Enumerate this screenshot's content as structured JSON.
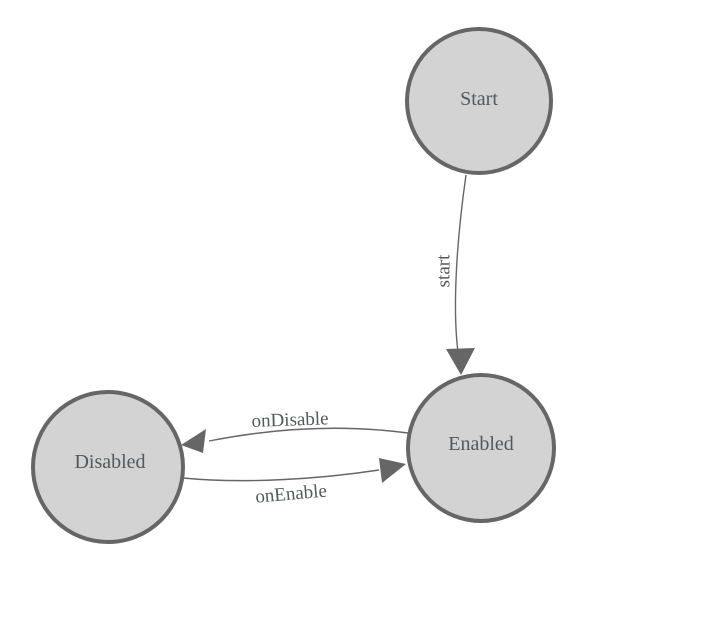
{
  "diagram": {
    "nodes": [
      {
        "id": "start",
        "label": "Start"
      },
      {
        "id": "enabled",
        "label": "Enabled"
      },
      {
        "id": "disabled",
        "label": "Disabled"
      }
    ],
    "edges": [
      {
        "from": "Start",
        "to": "Enabled",
        "label": "start"
      },
      {
        "from": "Enabled",
        "to": "Disabled",
        "label": "onDisable"
      },
      {
        "from": "Disabled",
        "to": "Enabled",
        "label": "onEnable"
      }
    ]
  },
  "colors": {
    "node_fill": "#d3d3d3",
    "node_stroke": "#666666",
    "edge_stroke": "#666666",
    "arrowhead_fill": "#666666",
    "label_text": "#55585b",
    "background": "#ffffff"
  }
}
